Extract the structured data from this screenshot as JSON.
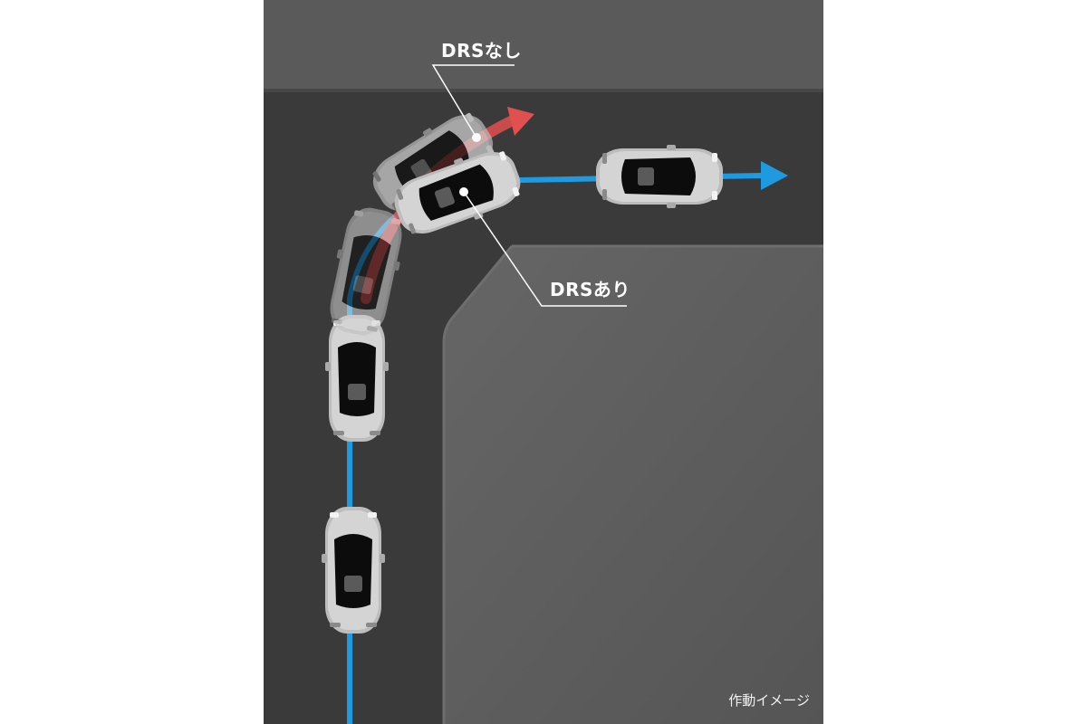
{
  "labels": {
    "without_drs": "DRSなし",
    "with_drs": "DRSあり"
  },
  "caption": "作動イメージ",
  "colors": {
    "background": "#ffffff",
    "road": "#3a3a3a",
    "curb": "#5a5a5a",
    "island": "#5c5c5c",
    "path_with_drs": "#1e9be0",
    "path_without_drs": "#e0504f",
    "car_body": "#c9c9c9",
    "car_glass": "#0c0c0c"
  }
}
